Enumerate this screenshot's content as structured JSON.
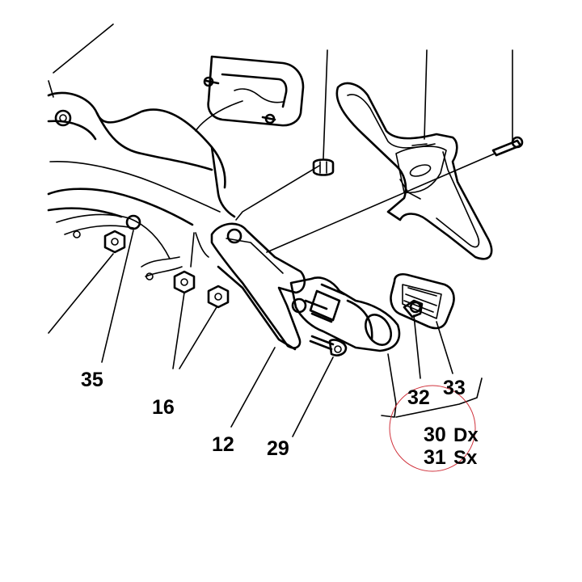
{
  "callouts": {
    "c35": "35",
    "c16": "16",
    "c12": "12",
    "c29": "29",
    "c32": "32",
    "c33": "33",
    "c30": "30",
    "c30_suffix": "Dx",
    "c31": "31",
    "c31_suffix": "Sx"
  },
  "colors": {
    "line": "#000000",
    "highlight_circle": "#d0323c",
    "background": "#ffffff"
  }
}
